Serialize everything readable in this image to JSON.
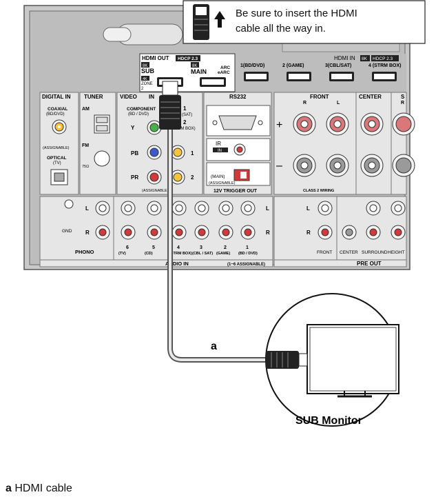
{
  "callout": {
    "text_line1": "Be sure to insert the HDMI",
    "text_line2": "cable all the way in."
  },
  "hdmi_out": {
    "header": "HDMI OUT",
    "hdcp_badge": "HDCP 2.3",
    "sub_8k": "8K",
    "sub_label": "SUB",
    "zone_4k": "4K",
    "zone_label": "ZONE",
    "zone_num": "2",
    "main_8k": "8K",
    "main_label": "MAIN",
    "arc_label": "ARC",
    "earc_label": "eARC"
  },
  "hdmi_in": {
    "header": "HDMI IN",
    "badge_8k": "8K",
    "hdcp_badge": "HDCP 2.3",
    "inputs": [
      "1(BD/DVD)",
      "2 (GAME)",
      "3(CBL/SAT)",
      "4 (STRM BOX)"
    ]
  },
  "digital_in": {
    "title": "DIGITAL IN",
    "coaxial": "COAXIAL",
    "coaxial_sub": "(BD/DVD)",
    "assignable": "(ASSIGNABLE)",
    "optical": "OPTICAL",
    "optical_sub": "(TV)"
  },
  "tuner": {
    "title": "TUNER",
    "am": "AM",
    "fm": "FM",
    "ohm": "75Ω"
  },
  "video_in": {
    "title": "VIDEO",
    "title_in": "IN",
    "component": "COMPONENT",
    "component_sub": "(BD / DVD)",
    "y": "Y",
    "pb": "PB",
    "pr": "PR",
    "n1": "1",
    "n1_sub": "(SAT)",
    "n2": "2",
    "n2_sub": "RM BOX)",
    "assign": "(ASSIGNABLE)",
    "comp1": "1",
    "comp2": "2"
  },
  "rs232": {
    "title": "RS232"
  },
  "ir": {
    "label": "IR",
    "in": "IN"
  },
  "trigger": {
    "main": "(MAIN)",
    "assignable": "(ASSIGNABLE)",
    "label": "12V TRIGGER OUT"
  },
  "speakers": {
    "front": "FRONT",
    "center": "CENTER",
    "s": "S",
    "r": "R",
    "l": "L",
    "plus": "+",
    "minus": "–",
    "class2": "CLASS 2 WIRING"
  },
  "phono": {
    "label": "PHONO",
    "gnd": "GND",
    "l": "L",
    "r": "R"
  },
  "audio_in": {
    "label": "AUDIO IN",
    "assign": "(1~6 ASSIGNABLE)",
    "inputs": [
      {
        "num": "6",
        "name": "(TV)"
      },
      {
        "num": "5",
        "name": "(CD)"
      },
      {
        "num": "4",
        "name": "(STRM BOX)"
      },
      {
        "num": "3",
        "name": "(CBL / SAT)"
      },
      {
        "num": "2",
        "name": "(GAME)"
      },
      {
        "num": "1",
        "name": "(BD / DVD)"
      }
    ],
    "l": "L",
    "r": "R"
  },
  "pre_out": {
    "label": "PRE OUT",
    "l": "L",
    "r": "R",
    "cols": [
      "FRONT",
      "CENTER",
      "SURROUND",
      "HEIGHT"
    ]
  },
  "cable_label": "a",
  "monitor_label": "SUB Monitor",
  "caption": {
    "key": "a",
    "text": "HDMI cable"
  }
}
